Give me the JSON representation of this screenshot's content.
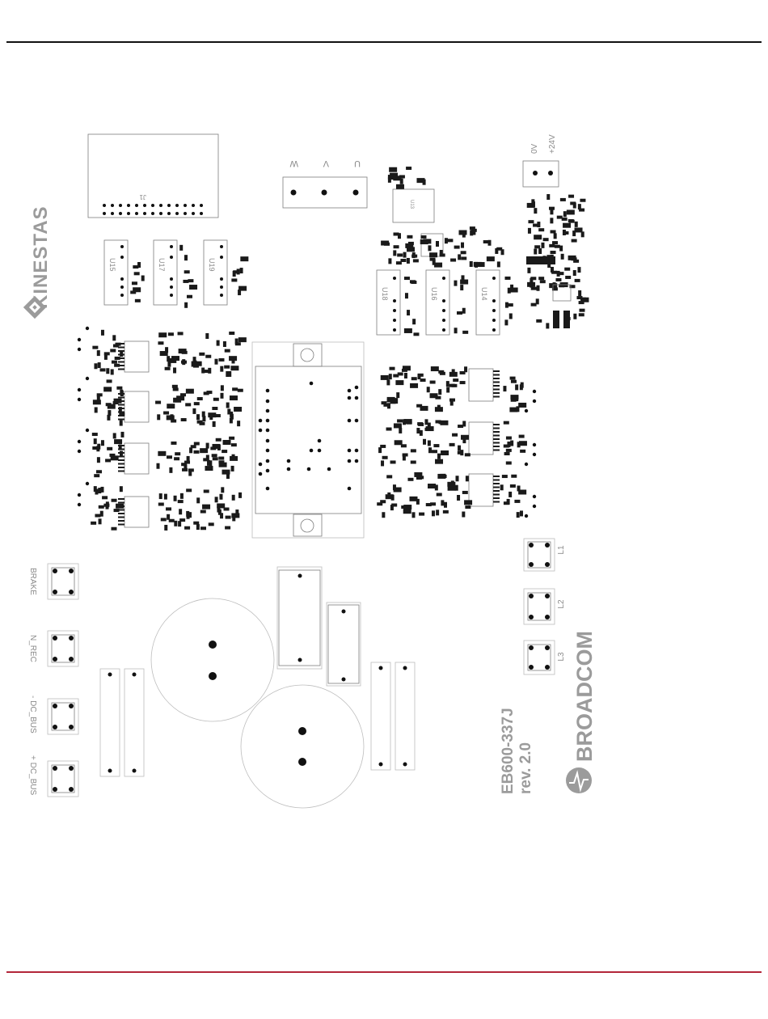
{
  "brands": {
    "left": "KINESTAS",
    "right": "BROADCOM"
  },
  "board": {
    "part_number": "EB600-337J",
    "revision": "rev. 2.0"
  },
  "connectors": {
    "motor": [
      "W",
      "V",
      "U"
    ],
    "power": [
      "0V",
      "+24V"
    ],
    "header": "J1",
    "left_terminals": [
      "BRAKE",
      "N_REC",
      "- DC_BUS",
      "+ DC_BUS"
    ],
    "inductors": [
      "L1",
      "L2",
      "L3"
    ]
  },
  "ics": {
    "left_top": [
      "U15",
      "U17",
      "U19"
    ],
    "right_top": [
      "U18",
      "U16",
      "U14"
    ],
    "reg": "U13"
  },
  "colors": {
    "top_rule": "#111111",
    "bottom_rule": "#b3263a",
    "silkscreen": "#7d7d7d",
    "copper": "#111111",
    "brand_text": "#9b9b9b"
  }
}
